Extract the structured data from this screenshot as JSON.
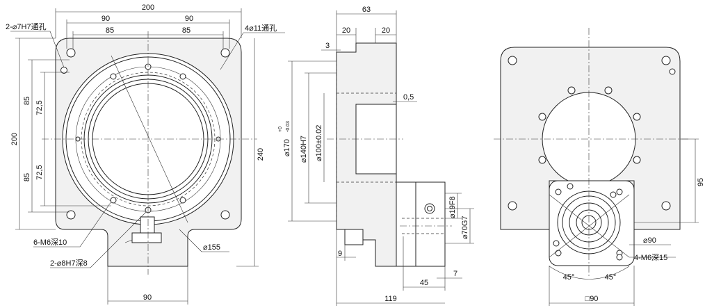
{
  "front_view": {
    "dim_overall_width": "200",
    "dim_half_left": "90",
    "dim_half_right": "90",
    "dim_hole_left": "85",
    "dim_hole_right": "85",
    "dim_height": "200",
    "dim_85_top": "85",
    "dim_85_bottom": "85",
    "dim_725_top": "72,5",
    "dim_725_bottom": "72,5",
    "dim_240": "240",
    "dim_base_width": "90",
    "label_dowel_holes": "2-⌀7H7通孔",
    "label_through_holes": "4⌀11通孔",
    "label_tapped_holes": "6-M6深10",
    "label_pin_holes": "2-⌀8H7深8",
    "label_diameter_155": "⌀155"
  },
  "side_view": {
    "dim_63": "63",
    "dim_20_left": "20",
    "dim_20_right": "20",
    "dim_3": "3",
    "dim_05": "0,5",
    "dim_170": "⌀170",
    "dim_170_tol_upper": "+0",
    "dim_170_tol_lower": "-0.03",
    "dim_140": "⌀140H7",
    "dim_100": "⌀100±0.02",
    "dim_19": "⌀19F8",
    "dim_70": "⌀70G7",
    "dim_9": "9",
    "dim_7": "7",
    "dim_45": "45",
    "dim_119": "119"
  },
  "rear_view": {
    "dim_95": "95",
    "label_diameter_90": "⌀90",
    "label_tapped": "4-M6深15",
    "angle_left": "45°",
    "angle_right": "45°",
    "dim_square_90": "□90"
  }
}
